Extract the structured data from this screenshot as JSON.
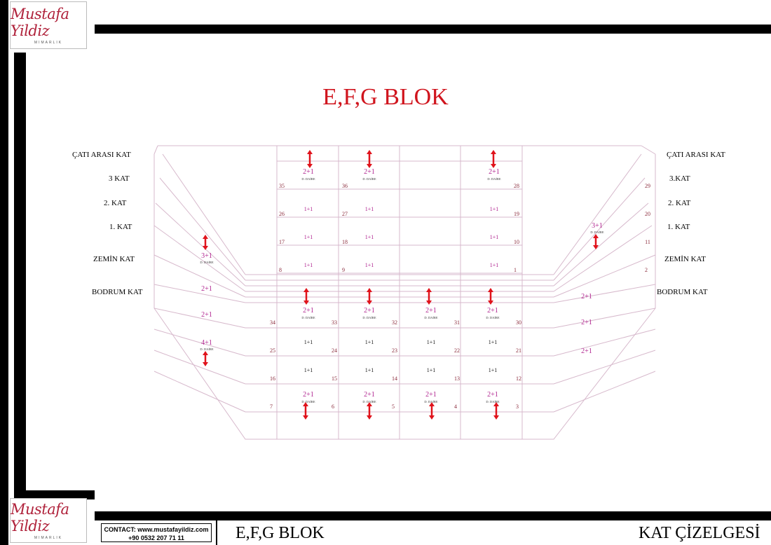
{
  "logo": {
    "script": "Mustafa Yildiz",
    "subtitle": "MIMARLIK"
  },
  "title": "E,F,G BLOK",
  "floors_left": [
    "ÇATI ARASI KAT",
    "3 KAT",
    "2. KAT",
    "1. KAT",
    "ZEMİN KAT",
    "BODRUM KAT"
  ],
  "floors_right": [
    "ÇATI ARASI KAT",
    "3.KAT",
    "2. KAT",
    "1. KAT",
    "ZEMİN KAT",
    "BODRUM KAT"
  ],
  "upper_units": [
    {
      "type": "2+1",
      "sub": "D. DAİRE"
    },
    {
      "type": "2+1",
      "sub": "D. DAİRE"
    },
    {
      "type": "2+1",
      "sub": "D. DAİRE"
    },
    {
      "type": "1+1"
    },
    {
      "type": "1+1"
    },
    {
      "type": "1+1"
    },
    {
      "type": "1+1"
    },
    {
      "type": "1+1"
    },
    {
      "type": "1+1"
    },
    {
      "type": "1+1"
    },
    {
      "type": "1+1"
    },
    {
      "type": "1+1"
    }
  ],
  "upper_numbers": [
    "35",
    "36",
    "28",
    "26",
    "27",
    "19",
    "17",
    "18",
    "10",
    "8",
    "9",
    "1"
  ],
  "lower_units": [
    {
      "type": "2+1",
      "sub": "D. DAİRE"
    },
    {
      "type": "2+1",
      "sub": "D. DAİRE"
    },
    {
      "type": "2+1",
      "sub": "D. DAİRE"
    },
    {
      "type": "2+1",
      "sub": "D. DAİRE"
    },
    {
      "type": "1+1"
    },
    {
      "type": "1+1"
    },
    {
      "type": "1+1"
    },
    {
      "type": "1+1"
    },
    {
      "type": "1+1"
    },
    {
      "type": "1+1"
    },
    {
      "type": "1+1"
    },
    {
      "type": "1+1"
    },
    {
      "type": "2+1",
      "sub": "D. DAİRE"
    },
    {
      "type": "2+1",
      "sub": "D. DAİRE"
    },
    {
      "type": "2+1",
      "sub": "D. DAİRE"
    },
    {
      "type": "2+1",
      "sub": "D. DAİRE"
    }
  ],
  "lower_numbers": [
    "34",
    "33",
    "32",
    "31",
    "30",
    "25",
    "24",
    "23",
    "22",
    "21",
    "16",
    "15",
    "14",
    "13",
    "12",
    "7",
    "6",
    "5",
    "4",
    "3"
  ],
  "side_left": [
    {
      "type": "3+1",
      "sub": "D. DAİRE"
    },
    {
      "type": "2+1"
    },
    {
      "type": "2+1"
    },
    {
      "type": "4+1",
      "sub": "D. DAİRE"
    }
  ],
  "side_right": [
    {
      "type": "3+1",
      "sub": "D. DAİRE"
    },
    {
      "type": "2+1"
    },
    {
      "type": "2+1"
    },
    {
      "type": "2+1"
    }
  ],
  "right_numbers": [
    "29",
    "20",
    "11",
    "2"
  ],
  "contact": {
    "line1": "CONTACT:  www.mustafayildiz.com",
    "line2": "+90 0532 207 71 11"
  },
  "footer": {
    "block": "E,F,G BLOK",
    "sheet": "KAT ÇİZELGESİ"
  },
  "colors": {
    "frame": "#000000",
    "title": "#d0141d",
    "unit_type": "#b0238f",
    "number": "#8b2b3c",
    "arrow": "#e0131c",
    "line": "#d7b9cc"
  }
}
